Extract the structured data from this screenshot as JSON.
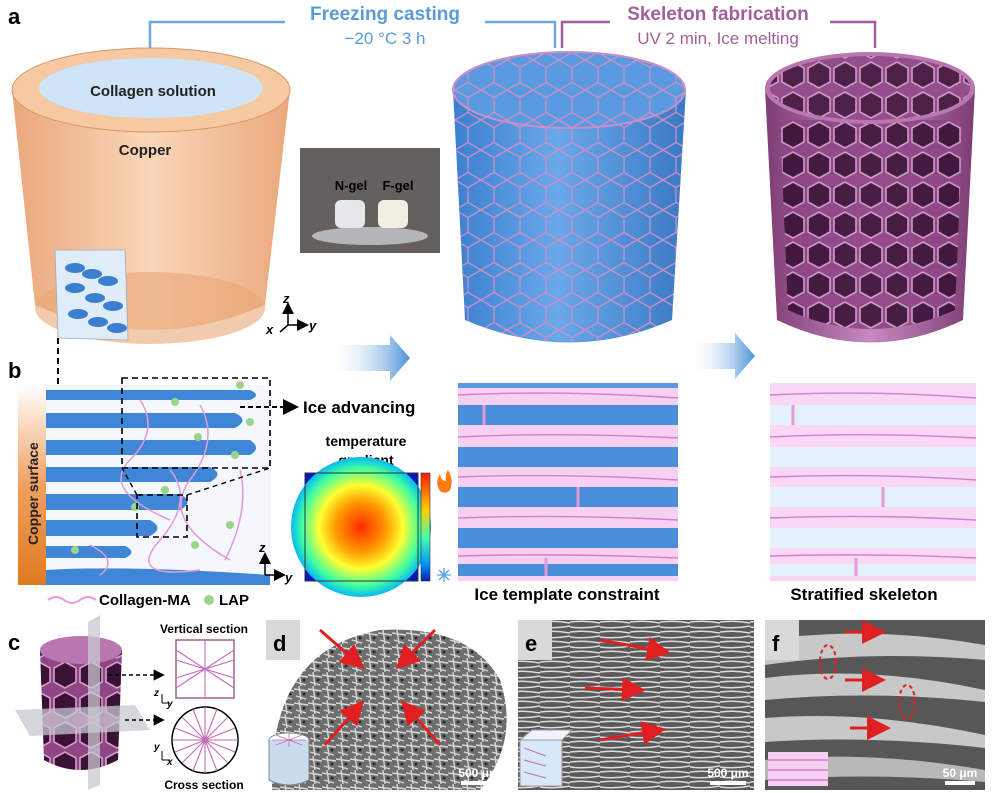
{
  "panel_letters": {
    "a": "a",
    "b": "b",
    "c": "c",
    "d": "d",
    "e": "e",
    "f": "f"
  },
  "step_freezing": {
    "title": "Freezing casting",
    "condition": "−20 °C 3 h"
  },
  "step_skeleton": {
    "title": "Skeleton fabrication",
    "condition": "UV 2 min, Ice melting"
  },
  "mold": {
    "solution_label": "Collagen solution",
    "material_label": "Copper"
  },
  "photo_labels": {
    "n_gel": "N-gel",
    "f_gel": "F-gel"
  },
  "axes": {
    "z": "z",
    "x": "x",
    "y": "y"
  },
  "panel_b": {
    "copper_surface": "Copper surface",
    "ice_advancing": "Ice advancing",
    "gradient_title_1": "temperature",
    "gradient_title_2": "gradient",
    "legend_collagen": "Collagen-MA",
    "legend_lap": "LAP",
    "ice_template_caption": "Ice template constraint",
    "stratified_caption": "Stratified skeleton",
    "hot_icon": "fire-icon",
    "cold_icon": "snowflake-icon"
  },
  "panel_c": {
    "vertical_section": "Vertical section",
    "cross_section": "Cross section"
  },
  "scale_bars": {
    "d": "500 μm",
    "e": "500 μm",
    "f": "50 μm"
  },
  "colors": {
    "ice_blue": "#4b8fdb",
    "collagen_pink": "#e8a6e0",
    "skeleton_purple": "#9a4f8f",
    "copper": "#f3b98a"
  }
}
